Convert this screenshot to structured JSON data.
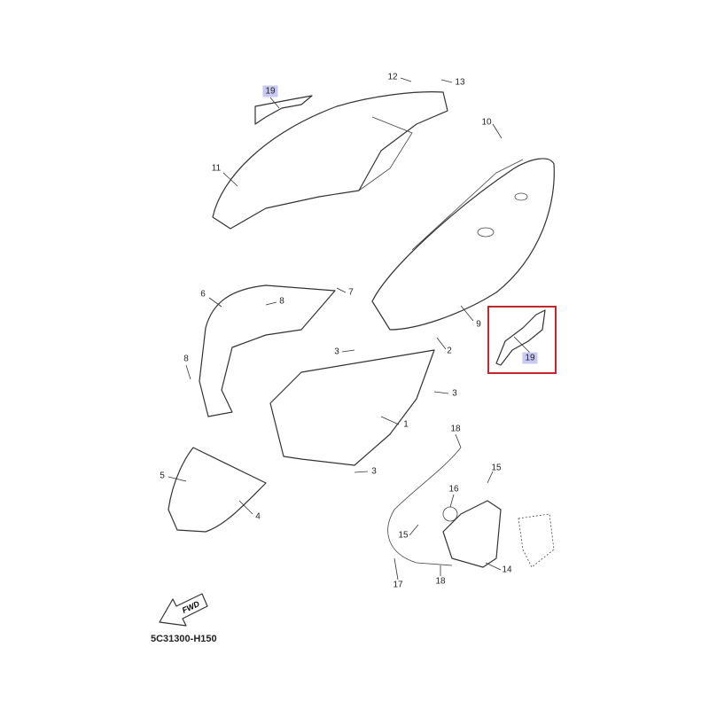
{
  "diagram": {
    "code": "5C31300-H150",
    "fwd_label": "FWD",
    "highlight_color": "#c8262e",
    "label_bg": "#c8c8f4",
    "callouts": [
      {
        "id": "19",
        "hl": true
      },
      {
        "id": "12"
      },
      {
        "id": "13"
      },
      {
        "id": "10"
      },
      {
        "id": "11"
      },
      {
        "id": "6"
      },
      {
        "id": "7"
      },
      {
        "id": "8"
      },
      {
        "id": "8"
      },
      {
        "id": "9"
      },
      {
        "id": "19",
        "hl": true
      },
      {
        "id": "3"
      },
      {
        "id": "2"
      },
      {
        "id": "3"
      },
      {
        "id": "1"
      },
      {
        "id": "18"
      },
      {
        "id": "15"
      },
      {
        "id": "16"
      },
      {
        "id": "5"
      },
      {
        "id": "4"
      },
      {
        "id": "3"
      },
      {
        "id": "15"
      },
      {
        "id": "14"
      },
      {
        "id": "17"
      },
      {
        "id": "18"
      }
    ]
  }
}
